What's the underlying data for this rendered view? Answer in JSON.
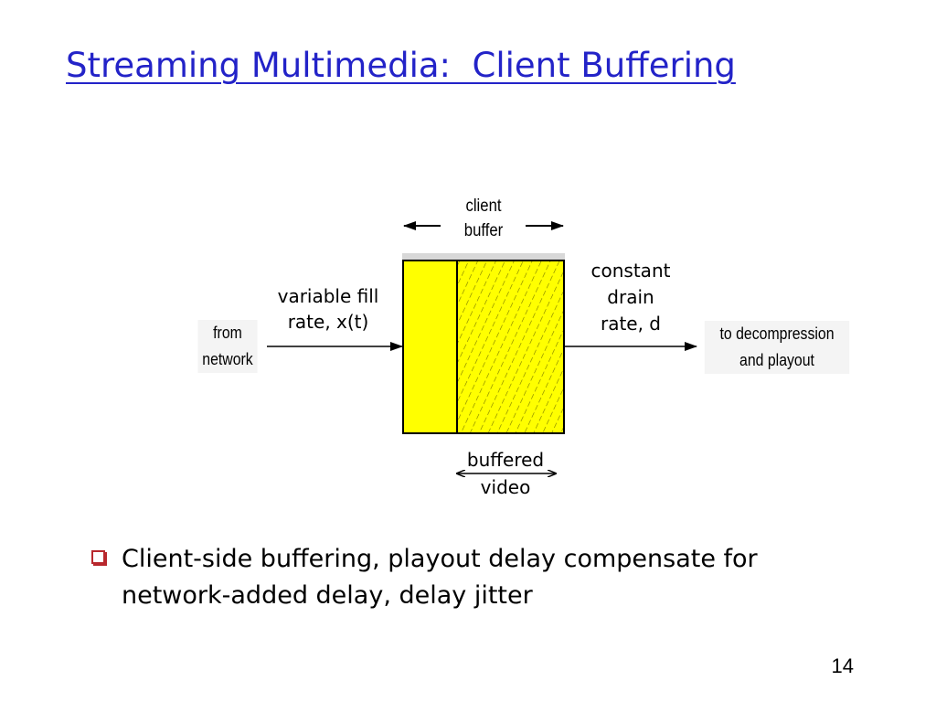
{
  "slide": {
    "title": "Streaming Multimedia:  Client Buffering",
    "page_number": "14"
  },
  "diagram": {
    "client_buffer_label": [
      "client",
      "buffer"
    ],
    "fill_rate_label": [
      "variable fill",
      "rate, x(t)"
    ],
    "drain_rate_label": [
      "constant",
      "drain",
      "rate, d"
    ],
    "source_label": [
      "from",
      "network"
    ],
    "destination_label": [
      "to decompression",
      "and playout"
    ],
    "buffered_label": [
      "buffered",
      "video"
    ],
    "colors": {
      "buffer_fill": "#ffff00",
      "hatch": "#7a7a00",
      "title": "#2323c8",
      "bullet": "#b8282d"
    }
  },
  "bullets": [
    {
      "icon": "square-bullet-icon",
      "text": "Client-side buffering, playout delay compensate for network-added delay, delay jitter"
    }
  ]
}
